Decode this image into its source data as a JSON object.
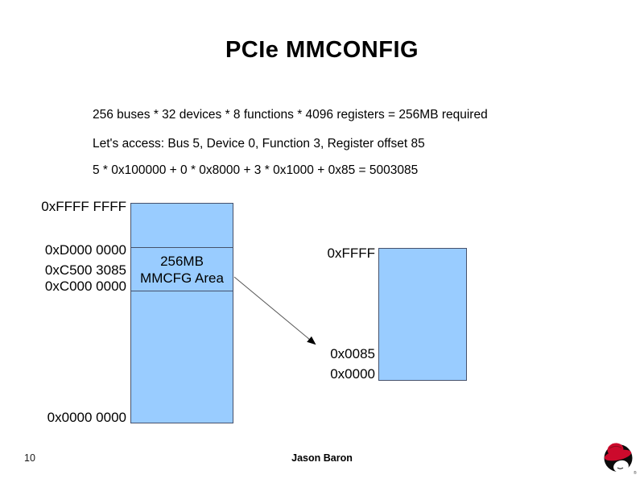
{
  "slide": {
    "title": "PCIe MMCONFIG",
    "body_lines": [
      "256 buses * 32 devices * 8 functions * 4096 registers = 256MB required",
      "Let's access: Bus 5, Device 0, Function 3, Register offset 85",
      "5 * 0x100000 + 0 * 0x8000 + 3 * 0x1000 + 0x85 = 5003085"
    ]
  },
  "diagram": {
    "left_map": {
      "address_labels": [
        "0xFFFF FFFF",
        "0xD000 0000",
        "0xC500 3085",
        "0xC000 0000",
        "0x0000 0000"
      ],
      "region_label": [
        "256MB",
        "MMCFG Area"
      ]
    },
    "right_map": {
      "address_labels": [
        "0xFFFF",
        "0x0085",
        "0x0000"
      ]
    },
    "colors": {
      "map_fill": "#99ccff",
      "map_border": "#46516b",
      "arrow": "#555555"
    }
  },
  "footer": {
    "page_number": "10",
    "author": "Jason Baron",
    "logo_name": "redhat-shadowman-logo",
    "brand_red": "#cc0a2c"
  }
}
